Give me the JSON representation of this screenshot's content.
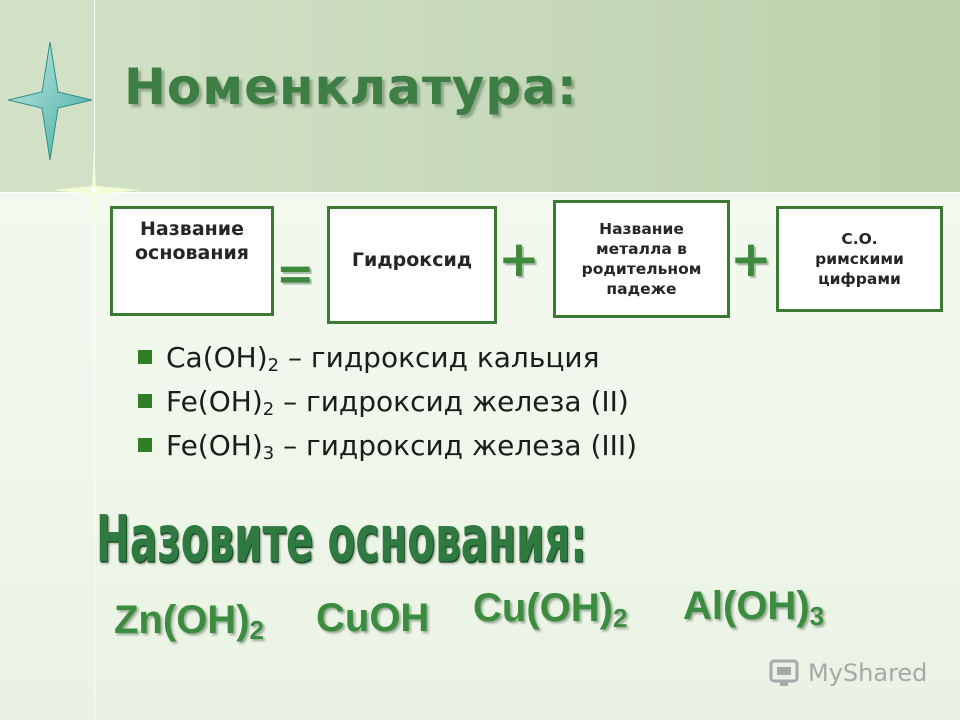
{
  "title": "Номенклатура:",
  "formula_boxes": {
    "base_name": {
      "line1": "Название",
      "line2": "основания"
    },
    "equals": "=",
    "hydroxide": "Гидроксид",
    "plus": "+",
    "metal_name": {
      "line1": "Название",
      "line2": "металла в",
      "line3": "родительном",
      "line4": "падеже"
    },
    "oxidation_state": {
      "line1": "С.О.",
      "line2": "римскими",
      "line3": "цифрами"
    }
  },
  "examples": [
    {
      "formula": "Ca(OH)",
      "sub": "2",
      "name": "– гидроксид кальция"
    },
    {
      "formula": "Fe(OH)",
      "sub": "2",
      "name": "– гидроксид железа (II)"
    },
    {
      "formula": "Fe(OH)",
      "sub": "3",
      "name": "– гидроксид железа (III)"
    }
  ],
  "task": "Назовите основания:",
  "formulas": [
    {
      "main": "Zn(OH)",
      "sub": "2"
    },
    {
      "main": "CuOH",
      "sub": ""
    },
    {
      "main": "Cu(OH)",
      "sub": "2"
    },
    {
      "main": "Al(OH)",
      "sub": "3"
    }
  ],
  "watermark": "MyShared",
  "colors": {
    "title": "#3d7e45",
    "box_border": "#3b7a33",
    "operator": "#3e8a3a",
    "bullet": "#2f7d24",
    "formula": "#3b8c3f"
  },
  "icons": [
    "four-point-star-icon",
    "sparkle-icon",
    "square-bullet-icon",
    "myshared-logo-icon"
  ]
}
